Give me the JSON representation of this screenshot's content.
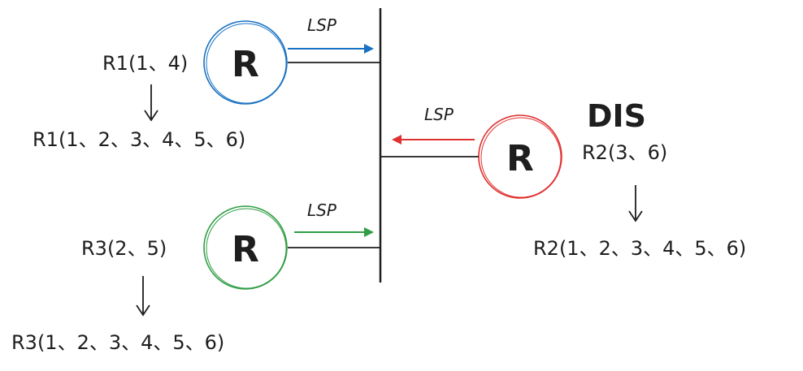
{
  "colors": {
    "ink": "#1e1e1e",
    "r1": "#1971c2",
    "r2": "#e03131",
    "r3": "#2f9e44"
  },
  "routers": {
    "r1": {
      "letter": "R",
      "initial": "R1(1、4)",
      "final": "R1(1、2、3、4、5、6)",
      "lsp": "LSP"
    },
    "r2": {
      "letter": "R",
      "initial": "R2(3、6)",
      "final": "R2(1、2、3、4、5、6)",
      "lsp": "LSP",
      "role": "DIS"
    },
    "r3": {
      "letter": "R",
      "initial": "R3(2、5)",
      "final": "R3(1、2、3、4、5、6)",
      "lsp": "LSP"
    }
  }
}
